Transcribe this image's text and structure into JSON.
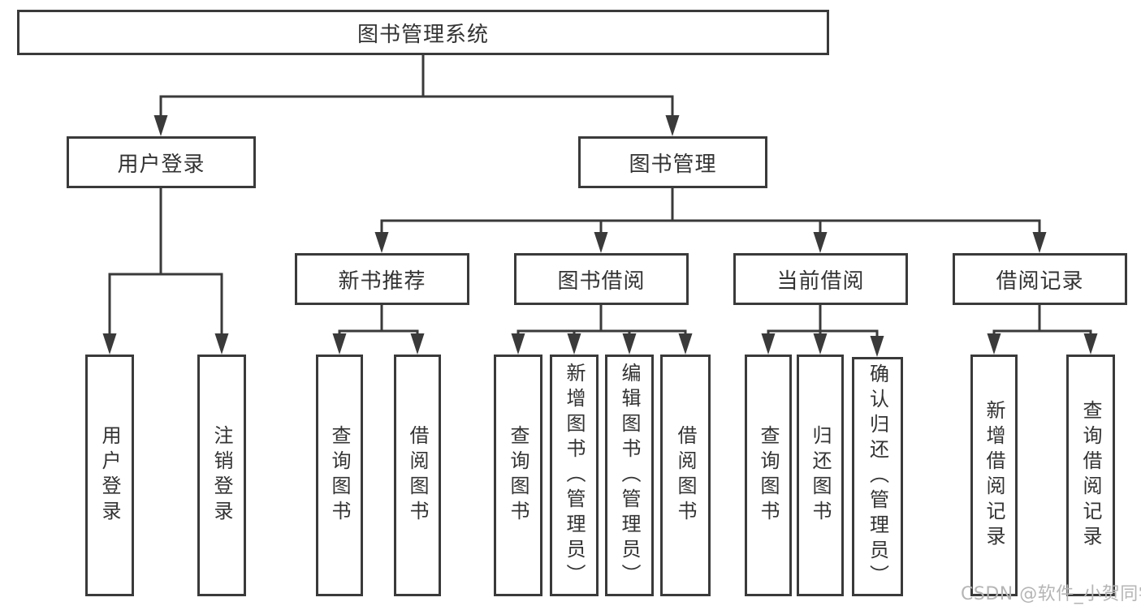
{
  "diagram_title": "图书管理系统",
  "tree": {
    "label": "图书管理系统",
    "children": [
      {
        "label": "用户登录",
        "children": [
          {
            "label": "用户登录"
          },
          {
            "label": "注销登录"
          }
        ]
      },
      {
        "label": "图书管理",
        "children": [
          {
            "label": "新书推荐",
            "children": [
              {
                "label": "查询图书"
              },
              {
                "label": "借阅图书"
              }
            ]
          },
          {
            "label": "图书借阅",
            "children": [
              {
                "label": "查询图书"
              },
              {
                "label": "新增图书（管理员）"
              },
              {
                "label": "编辑图书（管理员）"
              },
              {
                "label": "借阅图书"
              }
            ]
          },
          {
            "label": "当前借阅",
            "children": [
              {
                "label": "查询图书"
              },
              {
                "label": "归还图书"
              },
              {
                "label": "确认归还（管理员）"
              }
            ]
          },
          {
            "label": "借阅记录",
            "children": [
              {
                "label": "新增借阅记录"
              },
              {
                "label": "查询借阅记录"
              }
            ]
          }
        ]
      }
    ]
  },
  "watermark": {
    "text": "CSDN @软件_小贺同学"
  },
  "colors": {
    "line": "#3a3a3a",
    "text": "#333333",
    "watermark": "#b5b5b5",
    "background": "#ffffff"
  }
}
